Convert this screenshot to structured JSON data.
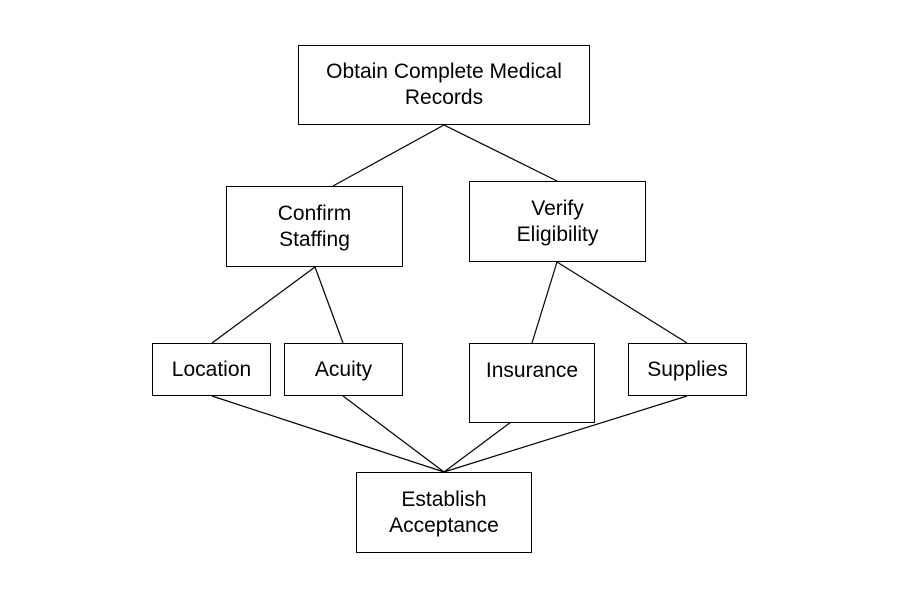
{
  "nodes": {
    "obtain_records": "Obtain Complete Medical Records",
    "confirm_staffing": "Confirm Staffing",
    "verify_eligibility": "Verify Eligibility",
    "location": "Location",
    "acuity": "Acuity",
    "insurance": "Insurance",
    "supplies": "Supplies",
    "establish_acceptance": "Establish Acceptance"
  },
  "edges": [
    [
      "obtain_records",
      "confirm_staffing"
    ],
    [
      "obtain_records",
      "verify_eligibility"
    ],
    [
      "confirm_staffing",
      "location"
    ],
    [
      "confirm_staffing",
      "acuity"
    ],
    [
      "verify_eligibility",
      "insurance"
    ],
    [
      "verify_eligibility",
      "supplies"
    ],
    [
      "location",
      "establish_acceptance"
    ],
    [
      "acuity",
      "establish_acceptance"
    ],
    [
      "insurance",
      "establish_acceptance"
    ],
    [
      "supplies",
      "establish_acceptance"
    ]
  ],
  "colors": {
    "line": "#000000",
    "box_border": "#000000",
    "background": "#ffffff"
  }
}
